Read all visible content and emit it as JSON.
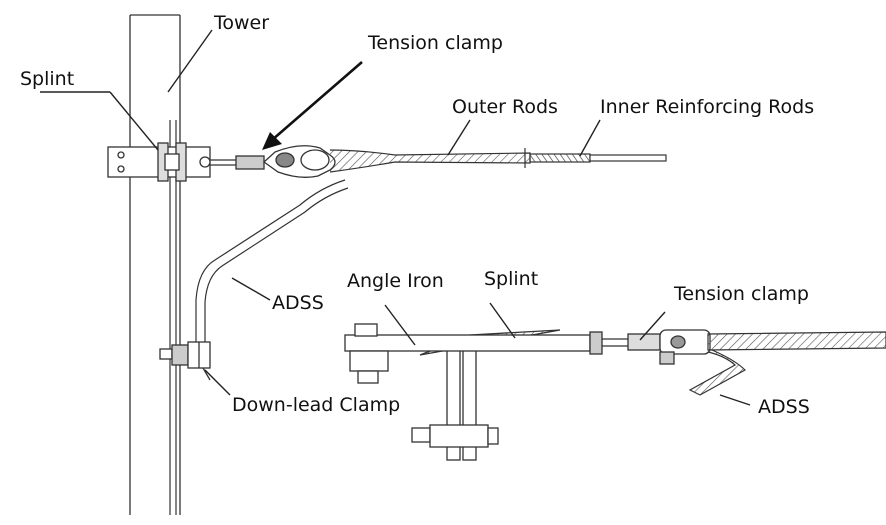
{
  "labels": {
    "tower": "Tower",
    "splint_top": "Splint",
    "tension_clamp_top": "Tension clamp",
    "outer_rods": "Outer Rods",
    "inner_rods": "Inner Reinforcing Rods",
    "adss_top": "ADSS",
    "down_lead_clamp": "Down-lead Clamp",
    "angle_iron": "Angle Iron",
    "splint_detail": "Splint",
    "tension_clamp_detail": "Tension clamp",
    "adss_detail": "ADSS"
  }
}
